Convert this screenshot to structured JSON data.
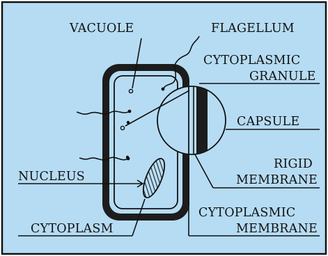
{
  "colors": {
    "background": "#b6dcf4",
    "outline": "#111111",
    "cell_wall": "#1c1c1c"
  },
  "labels": {
    "vacuole": "VACUOLE",
    "flagellum": "FLAGELLUM",
    "cytoplasmic_granule_line1": "CYTOPLASMIC",
    "cytoplasmic_granule_line2": "GRANULE",
    "capsule": "CAPSULE",
    "nucleus": "NUCLEUS",
    "rigid_membrane_line1": "RIGID",
    "rigid_membrane_line2": "MEMBRANE",
    "cytoplasm": "CYTOPLASM",
    "cytoplasmic_membrane_line1": "CYTOPLASMIC",
    "cytoplasmic_membrane_line2": "MEMBRANE"
  }
}
